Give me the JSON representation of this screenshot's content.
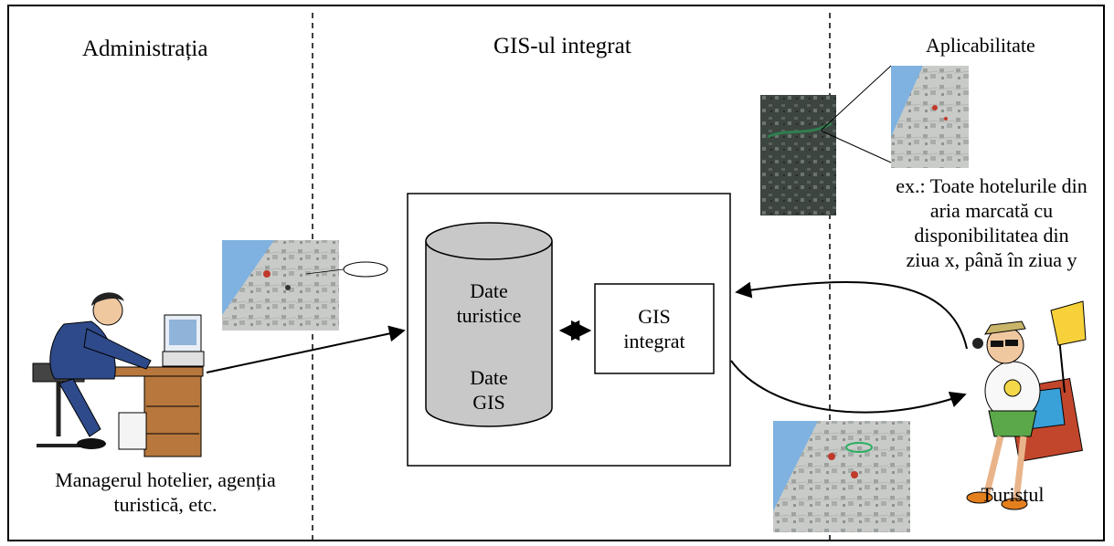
{
  "columns": {
    "left_title": "Administrația",
    "center_title": "GIS-ul integrat",
    "right_title": "Aplicabilitate"
  },
  "database": {
    "line1": "Date",
    "line2": "turistice",
    "line3": "Date",
    "line4": "GIS"
  },
  "gis_box": {
    "line1": "GIS",
    "line2": "integrat"
  },
  "example": {
    "line1": "ex.: Toate hotelurile din",
    "line2": "aria marcată cu",
    "line3": "disponibilitatea din",
    "line4": "ziua x, până în ziua y"
  },
  "manager": {
    "line1": "Managerul hotelier, agenția",
    "line2": "turistică, etc."
  },
  "tourist": {
    "label": "Turistul"
  },
  "colors": {
    "database_fill": "#c8c8c8",
    "sea_blue": "#7fb2e0",
    "satellite_dark": "#3d4540",
    "map_gray": "#c9cbc8"
  },
  "icons": [
    "office-worker-icon",
    "tourist-icon",
    "map-thumbnail",
    "satellite-thumbnail"
  ]
}
